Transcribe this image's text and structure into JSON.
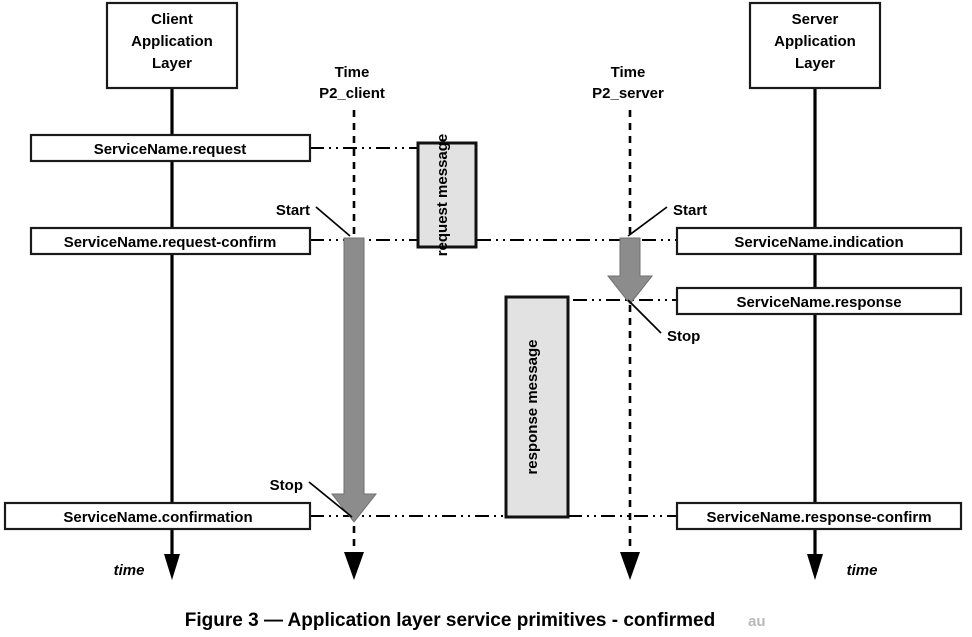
{
  "figure": {
    "caption": "Figure 3 — Application layer service primitives - confirmed",
    "caption_artifact": "au"
  },
  "lifelines": [
    {
      "id": "client",
      "title_lines": [
        "Client",
        "Application",
        "Layer"
      ],
      "time_label": "time"
    },
    {
      "id": "server",
      "title_lines": [
        "Server",
        "Application",
        "Layer"
      ],
      "time_label": "time"
    }
  ],
  "timelines": [
    {
      "id": "p2-client",
      "title_lines": [
        "Time",
        "P2_client"
      ]
    },
    {
      "id": "p2-server",
      "title_lines": [
        "Time",
        "P2_server"
      ]
    }
  ],
  "client_primitives": [
    {
      "label": "ServiceName.request"
    },
    {
      "label": "ServiceName.request-confirm"
    },
    {
      "label": "ServiceName.confirmation"
    }
  ],
  "server_primitives": [
    {
      "label": "ServiceName.indication"
    },
    {
      "label": "ServiceName.response"
    },
    {
      "label": "ServiceName.response-confirm"
    }
  ],
  "messages": [
    {
      "id": "request-message",
      "label": "request message"
    },
    {
      "id": "response-message",
      "label": "response message"
    }
  ],
  "annotations": [
    {
      "id": "client-start",
      "label": "Start"
    },
    {
      "id": "client-stop",
      "label": "Stop"
    },
    {
      "id": "server-start",
      "label": "Start"
    },
    {
      "id": "server-stop",
      "label": "Stop"
    }
  ],
  "colors": {
    "message_fill": "#e2e2e2",
    "arrow_fill": "#8c8c8c",
    "stroke": "#000000",
    "background": "#ffffff"
  }
}
